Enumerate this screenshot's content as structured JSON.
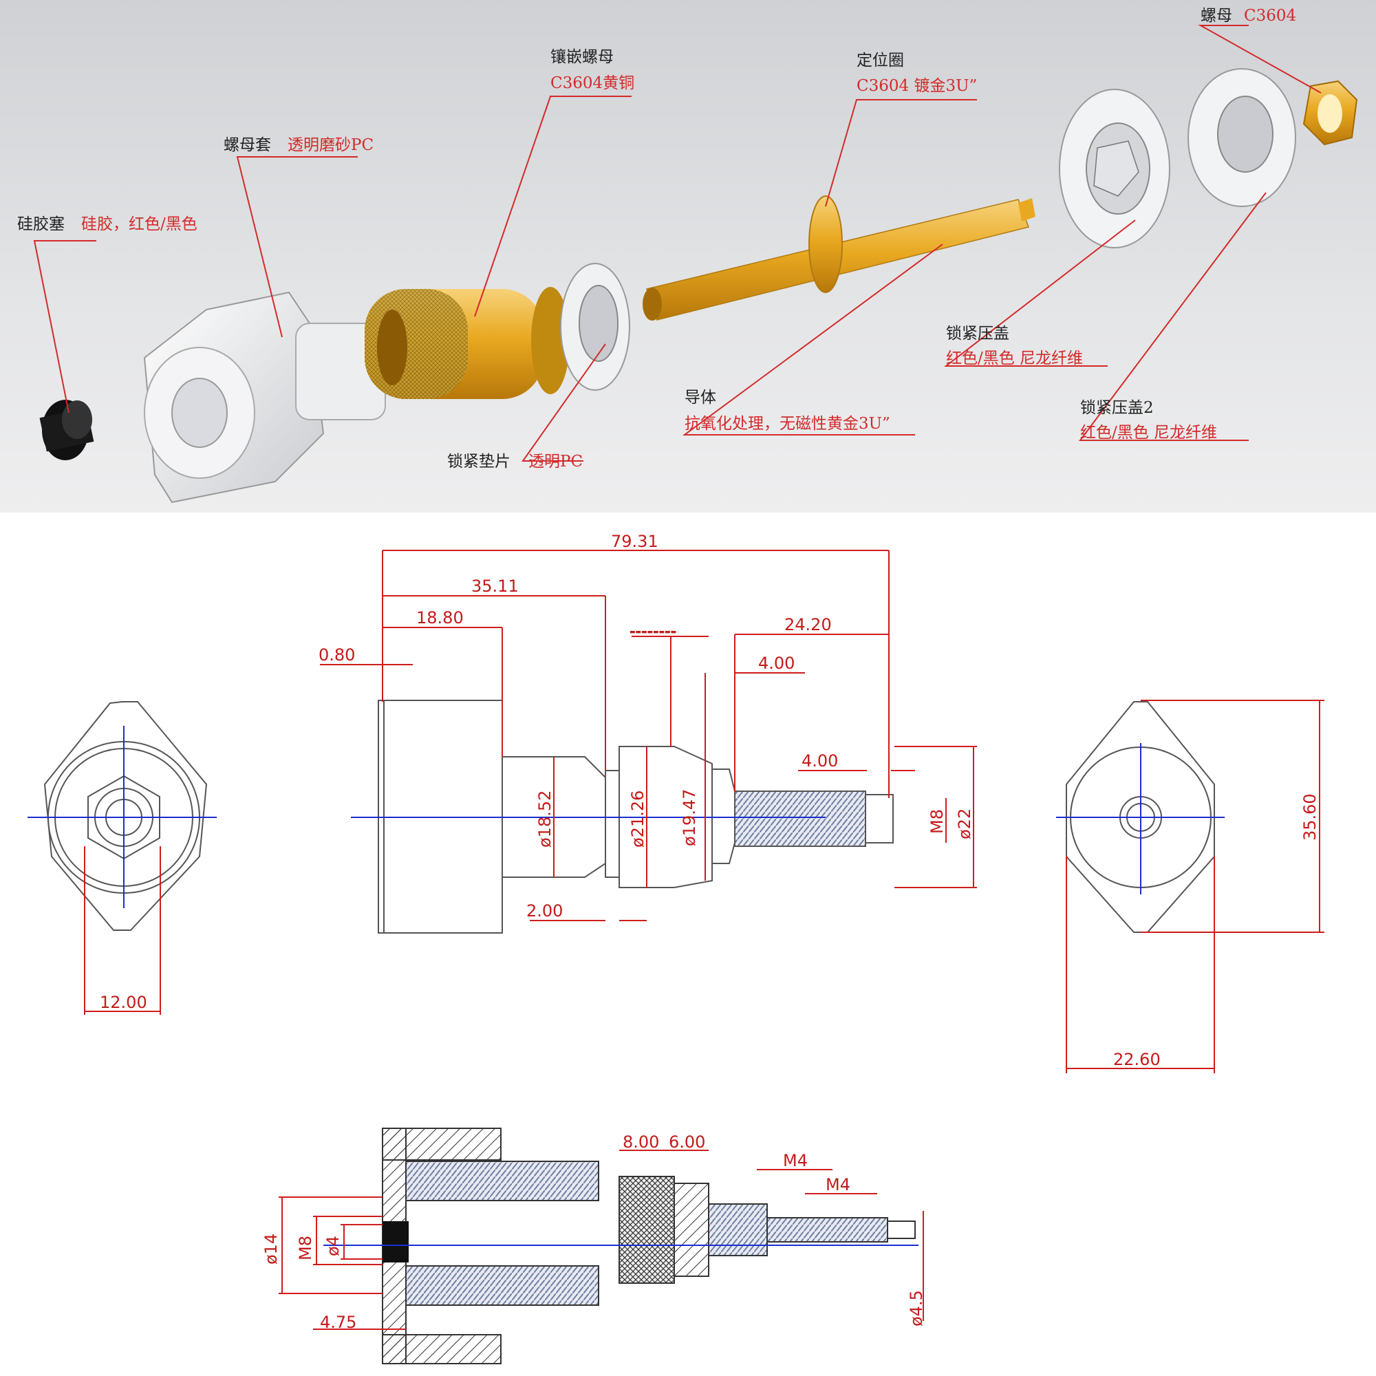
{
  "exploded_view": {
    "labels": [
      {
        "id": "silicone-plug",
        "name": "硅胶塞",
        "material": "硅胶，红色/黑色"
      },
      {
        "id": "nut-sleeve",
        "name": "螺母套",
        "material": "透明磨砂PC"
      },
      {
        "id": "insert-nut",
        "name": "镶嵌螺母",
        "material": "C3604黄铜"
      },
      {
        "id": "lock-washer",
        "name": "锁紧垫片",
        "material": "透明PC"
      },
      {
        "id": "positioning-ring",
        "name": "定位圈",
        "material": "C3604 镀金3U”"
      },
      {
        "id": "conductor",
        "name": "导体",
        "material": "抗氧化处理，无磁性黄金3U”"
      },
      {
        "id": "lock-cap",
        "name": "锁紧压盖",
        "material": "红色/黑色 尼龙纤维"
      },
      {
        "id": "lock-cap-2",
        "name": "锁紧压盖2",
        "material": "红色/黑色 尼龙纤维"
      },
      {
        "id": "nut",
        "name": "螺母",
        "material": "C3604"
      }
    ]
  },
  "drawing": {
    "side_view_dims": {
      "overall": "79.31",
      "d_35_11": "35.11",
      "d_18_80": "18.80",
      "d_0_80": "0.80",
      "d_24_20": "24.20",
      "d_4_00_a": "4.00",
      "d_4_00_b": "4.00",
      "d_2_00": "2.00",
      "dia_18_52": "ø18.52",
      "dia_21_26": "ø21.26",
      "dia_19_47": "ø19.47",
      "thread_m8": "M8",
      "dia_22": "ø22",
      "note_small": "▬▬▬▬▬▬▬▬"
    },
    "left_view_dims": {
      "width": "12.00"
    },
    "right_view_dims": {
      "width": "22.60",
      "height": "35.60"
    },
    "section_view_dims": {
      "d_8_00": "8.00",
      "d_6_00": "6.00",
      "m4_a": "M4",
      "m4_b": "M4",
      "dia_14": "ø14",
      "m8": "M8",
      "dia_4": "ø4",
      "d_4_75": "4.75",
      "dia_4_5": "ø4.5"
    }
  },
  "colors": {
    "label_red": "#d42a2a",
    "dimension_red": "#c41a1a",
    "centerline_blue": "#1a2fcf",
    "brass_gold": "#e8a820"
  }
}
